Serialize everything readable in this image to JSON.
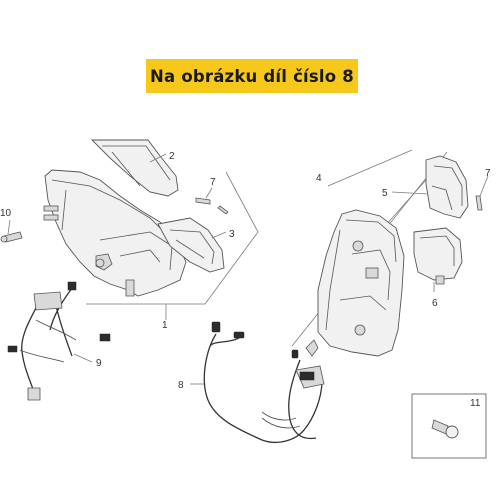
{
  "banner": {
    "text": "Na obrázku díl číslo 8",
    "color": "#f7c81c"
  },
  "callouts": [
    "1",
    "2",
    "3",
    "4",
    "5",
    "6",
    "7",
    "7",
    "8",
    "9",
    "10",
    "11"
  ]
}
